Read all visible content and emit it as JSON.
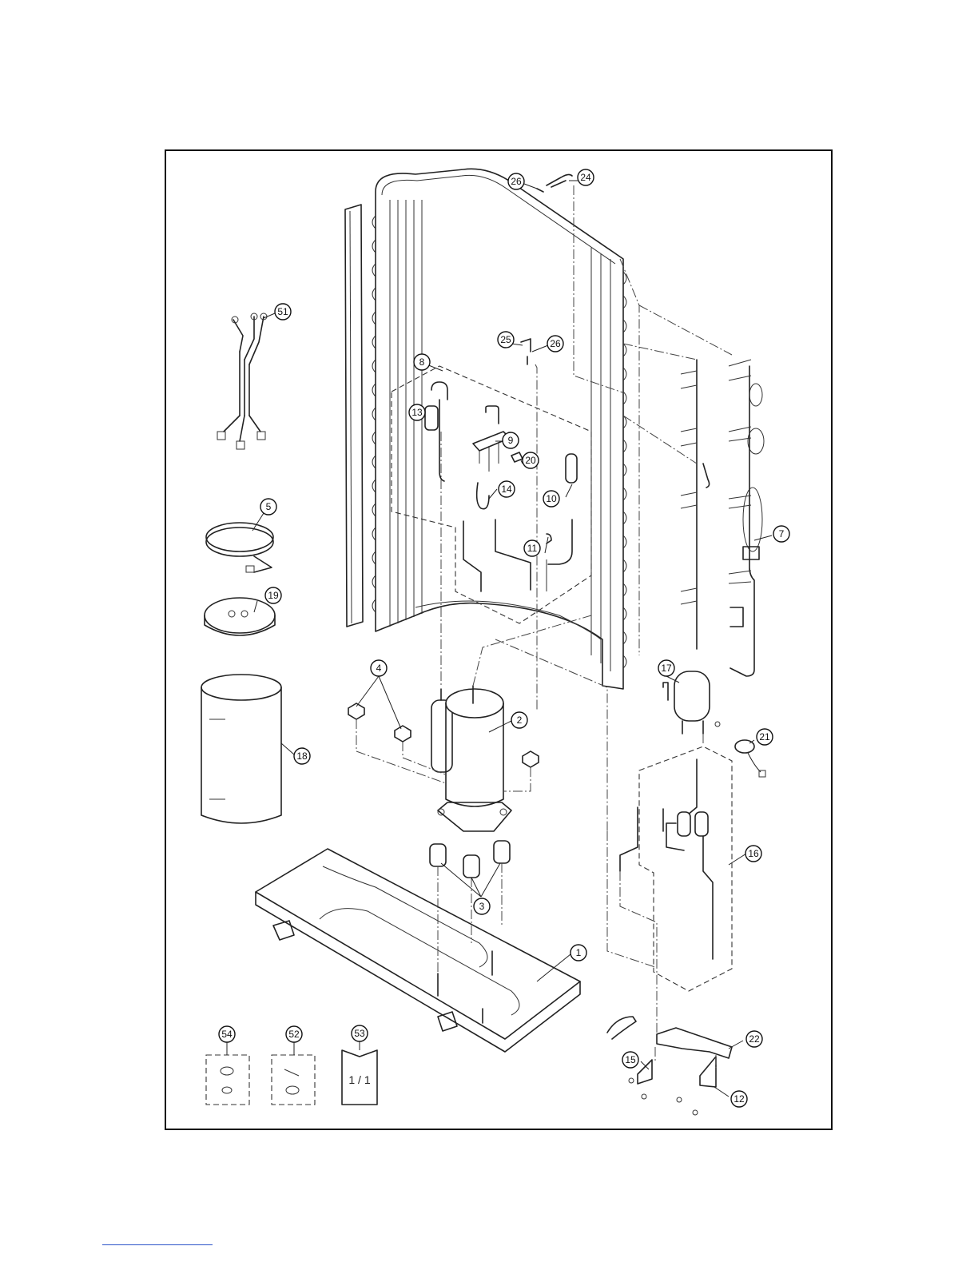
{
  "document": {
    "type": "exploded parts diagram",
    "link_color": "#2b54c9"
  },
  "callouts": [
    {
      "id": "1",
      "label": "1"
    },
    {
      "id": "2",
      "label": "2"
    },
    {
      "id": "3",
      "label": "3"
    },
    {
      "id": "4",
      "label": "4"
    },
    {
      "id": "5",
      "label": "5"
    },
    {
      "id": "7",
      "label": "7"
    },
    {
      "id": "8",
      "label": "8"
    },
    {
      "id": "9",
      "label": "9"
    },
    {
      "id": "10",
      "label": "10"
    },
    {
      "id": "11",
      "label": "11"
    },
    {
      "id": "12",
      "label": "12"
    },
    {
      "id": "13",
      "label": "13"
    },
    {
      "id": "14",
      "label": "14"
    },
    {
      "id": "15",
      "label": "15"
    },
    {
      "id": "16",
      "label": "16"
    },
    {
      "id": "17",
      "label": "17"
    },
    {
      "id": "18",
      "label": "18"
    },
    {
      "id": "19",
      "label": "19"
    },
    {
      "id": "20",
      "label": "20"
    },
    {
      "id": "21",
      "label": "21"
    },
    {
      "id": "22",
      "label": "22"
    },
    {
      "id": "24",
      "label": "24"
    },
    {
      "id": "25",
      "label": "25"
    },
    {
      "id": "26a",
      "label": "26"
    },
    {
      "id": "26b",
      "label": "26"
    },
    {
      "id": "51",
      "label": "51"
    },
    {
      "id": "52",
      "label": "52"
    },
    {
      "id": "53",
      "label": "53"
    },
    {
      "id": "54",
      "label": "54"
    }
  ],
  "manual_booklet": {
    "page_label": "1 / 1"
  }
}
